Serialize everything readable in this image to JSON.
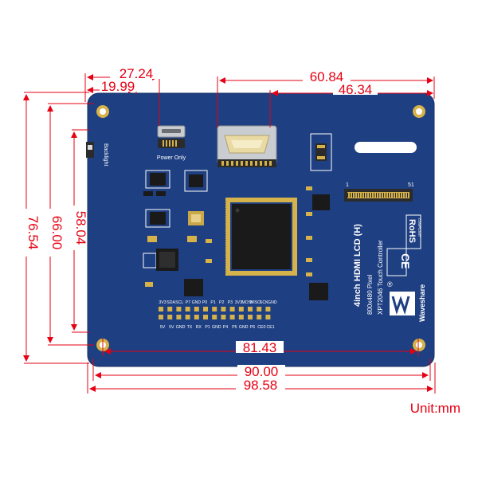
{
  "board": {
    "title": "4inch HDMI LCD (H)",
    "resolution": "800x480 Pixel",
    "touch_controller": "XPT2046 Touch Controller",
    "brand": "Waveshare",
    "power_label": "Power Only",
    "backlight_label": "Backlight",
    "fpc_pin_first": "1",
    "fpc_pin_last": "51",
    "ce_mark": "CE",
    "rohs_title": "RoHS",
    "rohs_sub": "COMPLIANT",
    "registered_mark": "®",
    "pin_row_top": [
      "3V3",
      "SDA",
      "SCL",
      "P7",
      "GND",
      "P0",
      "P1",
      "P2",
      "P3",
      "3V3",
      "MOSI",
      "MISO",
      "SCK",
      "GND"
    ],
    "pin_row_bottom": [
      "5V",
      "5V",
      "GND",
      "TX",
      "RX",
      "P1",
      "GND",
      "P4",
      "P5",
      "GND",
      "P6",
      "CE0",
      "CE1"
    ]
  },
  "dimensions": {
    "d1": "27.24",
    "d2": "19.99",
    "d3": "60.84",
    "d4": "46.34",
    "d5": "76.54",
    "d6": "66.00",
    "d7": "58.04",
    "d8": "81.43",
    "d9": "90.00",
    "d10": "98.58"
  },
  "unit": "Unit:mm",
  "colors": {
    "pcb": "#1e3f82",
    "dimension": "#e60012",
    "gold": "#d6b24a"
  }
}
